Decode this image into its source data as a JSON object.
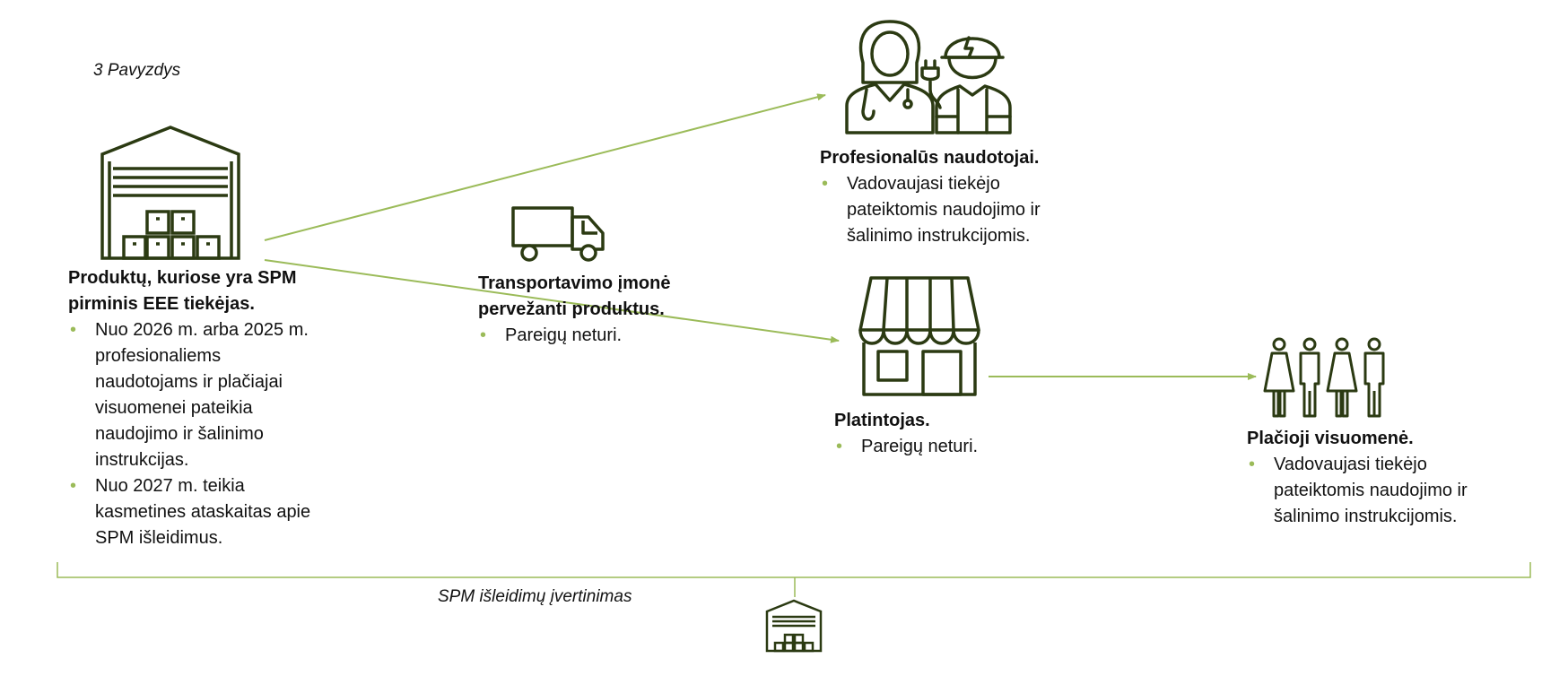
{
  "example_label": "3 Pavyzdys",
  "accent_color": "#9bbb59",
  "icon_color": "#2b3a12",
  "nodes": {
    "supplier": {
      "icon": "warehouse-icon",
      "title": "Produktų, kuriose yra SPM pirminis EEE tiekėjas.",
      "bullets": [
        "Nuo 2026 m. arba 2025 m. profesionaliems naudotojams ir plačiajai visuomenei pateikia naudojimo ir šalinimo instrukcijas.",
        "Nuo 2027 m. teikia kasmetines ataskaitas apie SPM išleidimus."
      ]
    },
    "transport": {
      "icon": "truck-icon",
      "title": "Transportavimo įmonė pervežanti produktus.",
      "bullets": [
        "Pareigų neturi."
      ]
    },
    "professional": {
      "icon": "professionals-icon",
      "title": "Profesionalūs naudotojai.",
      "bullets": [
        "Vadovaujasi tiekėjo pateiktomis naudojimo ir šalinimo instrukcijomis."
      ]
    },
    "distributor": {
      "icon": "shop-icon",
      "title": "Platintojas.",
      "bullets": [
        "Pareigų neturi."
      ]
    },
    "public": {
      "icon": "people-icon",
      "title": "Plačioji visuomenė.",
      "bullets": [
        "Vadovaujasi tiekėjo pateiktomis naudojimo ir šalinimo instrukcijomis."
      ]
    }
  },
  "bracket_label": "SPM išleidimų įvertinimas",
  "bracket_icon": "warehouse-icon"
}
